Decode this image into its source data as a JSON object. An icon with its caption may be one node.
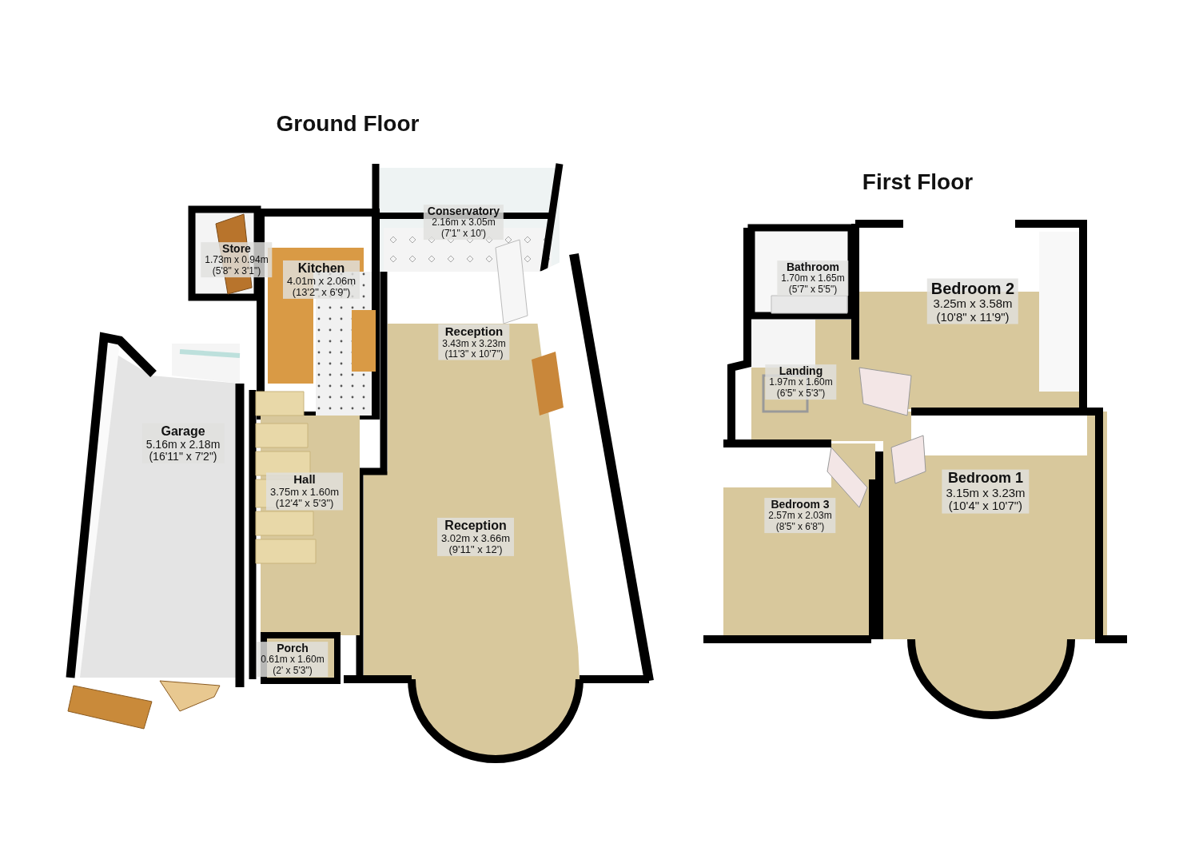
{
  "diagram": {
    "nodes": [
      {
        "text": [
          "Conservatory",
          "2.16m x 3.05m",
          "(7'1\" x 10')"
        ]
      },
      {
        "text": [
          "Store",
          "1.73m x 0.94m",
          "(5'8\" x 3'1\")"
        ]
      },
      {
        "text": [
          "Kitchen",
          "4.01m x 2.06m",
          "(13'2\" x 6'9\")"
        ]
      },
      {
        "text": [
          "Reception",
          "3.43m x 3.23m",
          "(11'3\" x 10'7\")"
        ]
      },
      {
        "text": [
          "Garage",
          "5.16m x 2.18m",
          "(16'11\" x 7'2\")"
        ]
      },
      {
        "text": [
          "Hall",
          "3.75m x 1.60m",
          "(12'4\" x 5'3\")"
        ]
      },
      {
        "text": [
          "Reception",
          "3.02m x 3.66m",
          "(9'11\" x 12')"
        ]
      },
      {
        "text": [
          "Porch",
          "0.61m x 1.60m",
          "(2' x 5'3\")"
        ]
      },
      {
        "text": [
          "Bathroom",
          "1.70m x 1.65m",
          "(5'7\" x 5'5\")"
        ]
      },
      {
        "text": [
          "Bedroom 2",
          "3.25m x 3.58m",
          "(10'8\" x 11'9\")"
        ]
      },
      {
        "text": [
          "Landing",
          "1.97m x 1.60m",
          "(6'5\" x 5'3\")"
        ]
      },
      {
        "text": [
          "Bedroom 3",
          "2.57m x 2.03m",
          "(8'5\" x 6'8\")"
        ]
      },
      {
        "text": [
          "Bedroom 1",
          "3.15m x 3.23m",
          "(10'4\" x 10'7\")"
        ]
      }
    ],
    "labels": [
      "Ground Floor",
      "First Floor"
    ]
  }
}
